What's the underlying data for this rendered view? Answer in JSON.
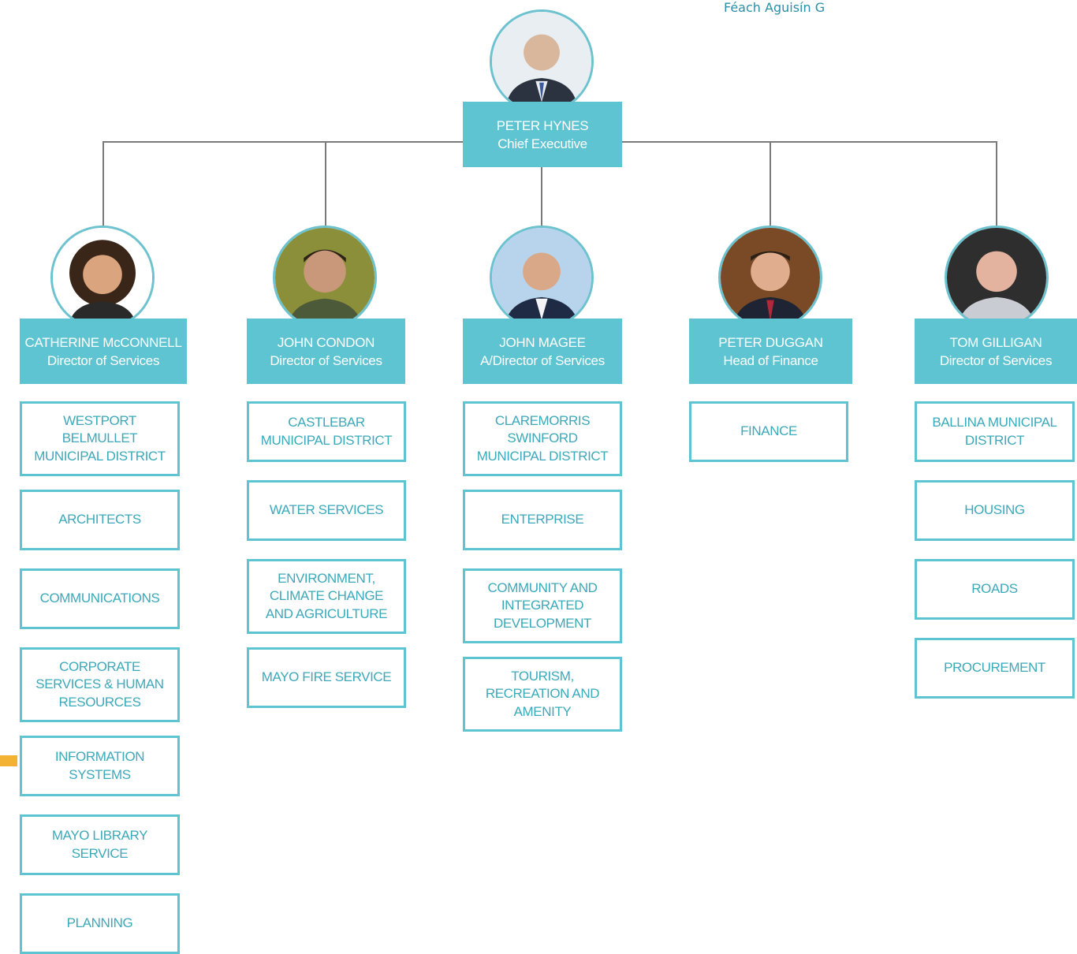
{
  "top_link": "Féach Aguisín G",
  "chief": {
    "name": "PETER HYNES",
    "role": "Chief Executive"
  },
  "directors": [
    {
      "name": "CATHERINE McCONNELL",
      "role": "Director of Services",
      "departments": [
        "WESTPORT\nBELMULLET\nMUNICIPAL DISTRICT",
        "ARCHITECTS",
        "COMMUNICATIONS",
        "CORPORATE\nSERVICES & HUMAN\nRESOURCES",
        "INFORMATION\nSYSTEMS",
        "MAYO LIBRARY\nSERVICE",
        "PLANNING"
      ]
    },
    {
      "name": "JOHN CONDON",
      "role": "Director of Services",
      "departments": [
        "CASTLEBAR\nMUNICIPAL DISTRICT",
        "WATER SERVICES",
        "ENVIRONMENT,\nCLIMATE CHANGE\nAND AGRICULTURE",
        "MAYO FIRE SERVICE"
      ]
    },
    {
      "name": "JOHN MAGEE",
      "role": "A/Director of Services",
      "departments": [
        "CLAREMORRIS\nSWINFORD\nMUNICIPAL DISTRICT",
        "ENTERPRISE",
        "COMMUNITY AND\nINTEGRATED\nDEVELOPMENT",
        "TOURISM,\nRECREATION AND\nAMENITY"
      ]
    },
    {
      "name": "PETER DUGGAN",
      "role": "Head of Finance",
      "departments": [
        "FINANCE"
      ]
    },
    {
      "name": "TOM GILLIGAN",
      "role": "Director of Services",
      "departments": [
        "BALLINA MUNICIPAL\nDISTRICT",
        "HOUSING",
        "ROADS",
        "PROCUREMENT"
      ]
    }
  ],
  "colors": {
    "accent": "#5fc4d1",
    "text": "#3ba9ba",
    "line": "#7a7a7a",
    "tab": "#f4b234"
  }
}
